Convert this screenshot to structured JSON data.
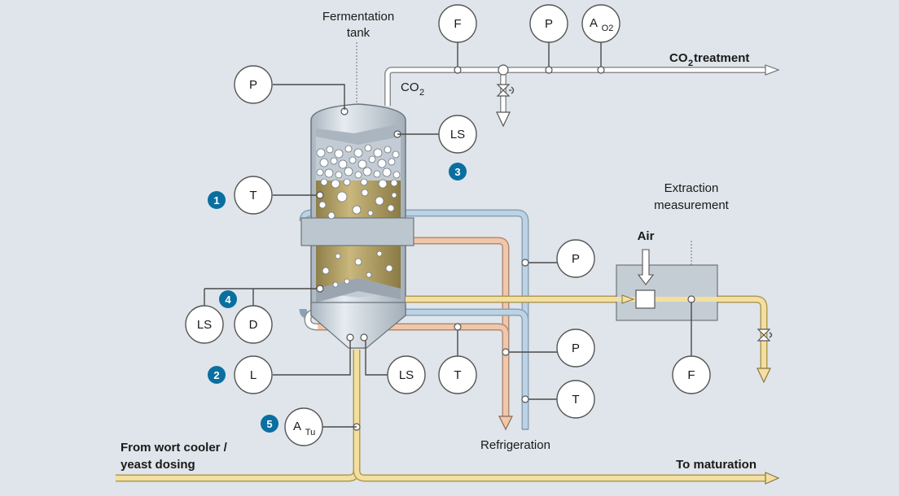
{
  "labels": {
    "fermentation_tank_1": "Fermentation",
    "fermentation_tank_2": "tank",
    "co2": "CO",
    "co2_sub": "2",
    "co2_treatment": "CO",
    "co2_treatment_sub": "2",
    "co2_treatment_rest": " treatment",
    "extraction_1": "Extraction",
    "extraction_2": "measurement",
    "air": "Air",
    "refrigeration": "Refrigeration",
    "from_wort_1": "From wort cooler /",
    "from_wort_2": "yeast dosing",
    "to_maturation": "To maturation"
  },
  "instruments": {
    "f_top": "F",
    "p_top": "P",
    "a_o2": "A",
    "a_o2_sub": "O2",
    "p_tank": "P",
    "ls_top": "LS",
    "t_tank": "T",
    "p_right1": "P",
    "ls_left": "LS",
    "d_left": "D",
    "p_right2": "P",
    "l_bottom": "L",
    "ls_bottom": "LS",
    "t_bottom": "T",
    "t_right": "T",
    "f_extract": "F",
    "a_tu": "A",
    "a_tu_sub": "Tu"
  },
  "markers": {
    "m1": "1",
    "m2": "2",
    "m3": "3",
    "m4": "4",
    "m5": "5"
  },
  "colors": {
    "marker": "#0a6fa0",
    "yellow_pipe": "#f3dfa0",
    "orange_pipe": "#efc4a8",
    "blue_pipe": "#b9d0e2",
    "tank_body": "#c6cfd8",
    "liquid": "#b3a26a",
    "background": "#dfe5ea"
  }
}
